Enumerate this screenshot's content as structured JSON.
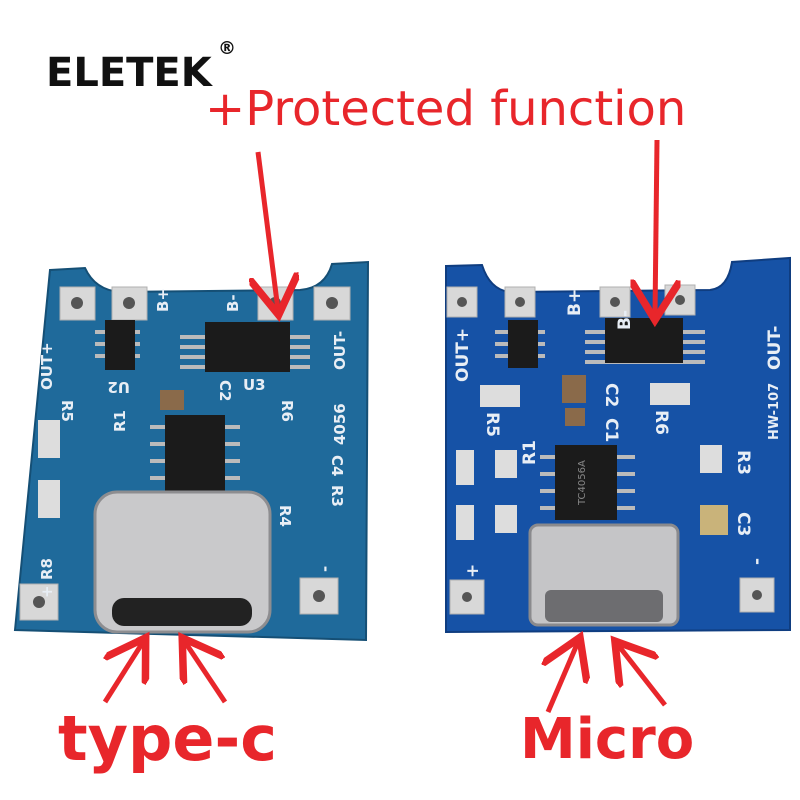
{
  "brand": {
    "name": "ELETEK",
    "registered": "®"
  },
  "headline": "+Protected function",
  "left_board": {
    "caption": "type-c",
    "silkscreen": {
      "b_plus": "B+",
      "b_minus": "B-",
      "out_plus": "OUT+",
      "out_minus": "OUT-",
      "model": "4056",
      "u2": "U2",
      "u3": "U3",
      "r5": "R5",
      "r6": "R6",
      "r1": "R1",
      "r3": "R3",
      "r4": "R4",
      "r8": "R8",
      "c2": "C2",
      "c4": "C4",
      "plus": "+",
      "minus": "-"
    },
    "color": "#1f6a9b"
  },
  "right_board": {
    "caption": "Micro",
    "silkscreen": {
      "b_plus": "B+",
      "b_minus": "B-",
      "out_plus": "OUT+",
      "out_minus": "OUT-",
      "model": "HW-107",
      "r5": "R5",
      "r6": "R6",
      "r1": "R1",
      "r3": "R3",
      "c1": "C1",
      "c2": "C2",
      "c3": "C3",
      "plus": "+",
      "minus": "-",
      "chip": "TC4056A"
    },
    "color": "#1652a6"
  },
  "colors": {
    "arrow": "#e8262b",
    "text_red": "#e8262b"
  }
}
